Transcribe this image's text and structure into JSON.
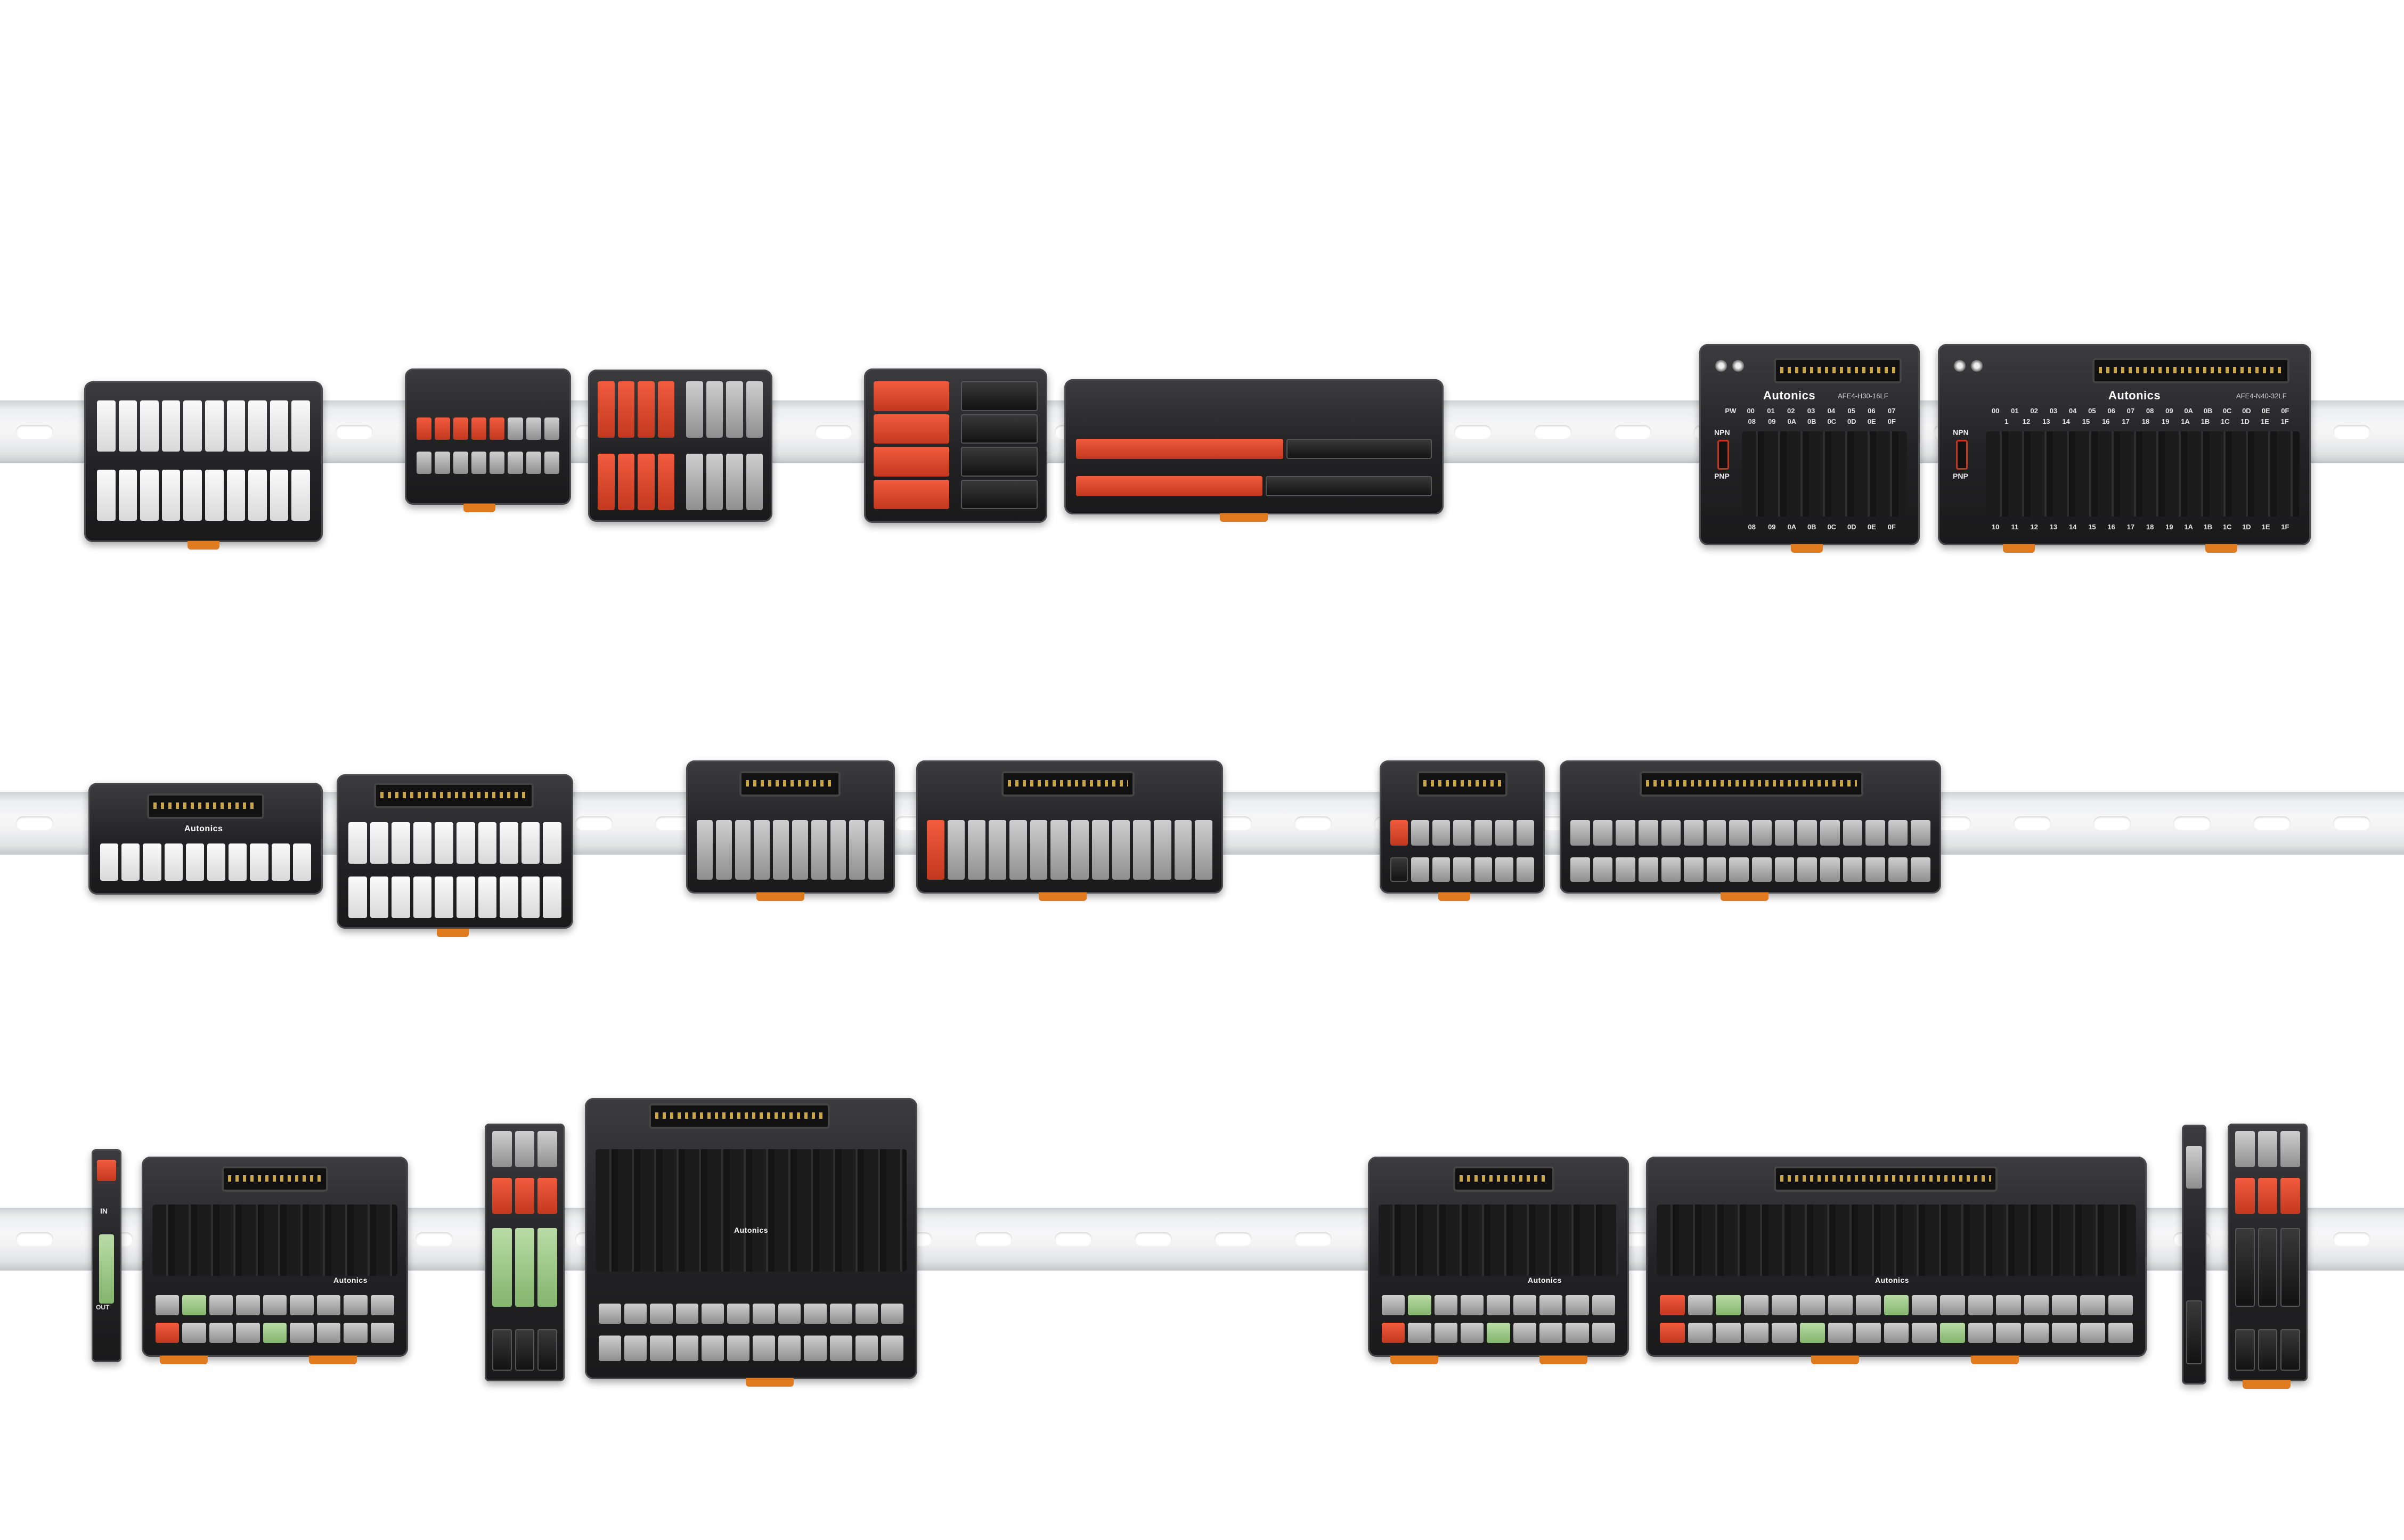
{
  "brand_name": "Autonics",
  "models": {
    "m1_16": "AFE4-H30-16LF",
    "m2_32": "AFE4-N40-32LF"
  },
  "terminal_labels": {
    "m1_top": [
      "PW",
      "00",
      "01",
      "02",
      "03",
      "04",
      "05",
      "06",
      "07"
    ],
    "m1_top2": [
      "08",
      "09",
      "0A",
      "0B",
      "0C",
      "0D",
      "0E",
      "0F"
    ],
    "m1_bottom": [
      "08",
      "09",
      "0A",
      "0B",
      "0C",
      "0D",
      "0E",
      "0F"
    ],
    "m2_top": [
      "00",
      "01",
      "02",
      "03",
      "04",
      "05",
      "06",
      "07",
      "08",
      "09",
      "0A",
      "0B",
      "0C",
      "0D",
      "0E",
      "0F"
    ],
    "m2_top2": [
      "1",
      "12",
      "13",
      "14",
      "15",
      "16",
      "17",
      "18",
      "19",
      "1A",
      "1B",
      "1C",
      "1D",
      "1E",
      "1F"
    ],
    "m2_bottom": [
      "10",
      "11",
      "12",
      "13",
      "14",
      "15",
      "16",
      "17",
      "18",
      "19",
      "1A",
      "1B",
      "1C",
      "1D",
      "1E",
      "1F"
    ]
  },
  "switch_labels": {
    "npn": "NPN",
    "pnp": "PNP"
  },
  "io_labels": {
    "in": "IN",
    "out": "OUT"
  }
}
